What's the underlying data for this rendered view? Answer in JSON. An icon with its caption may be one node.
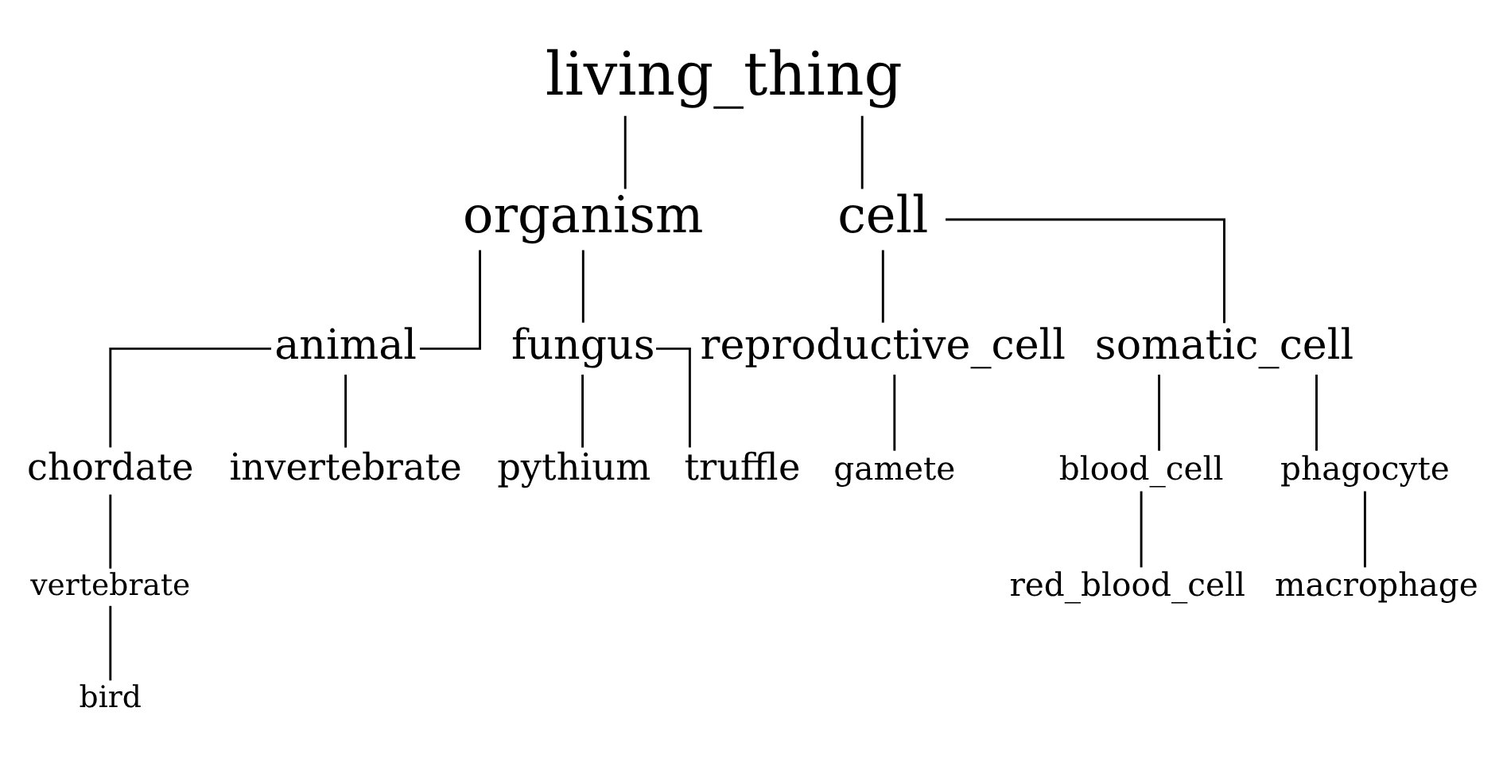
{
  "diagram": {
    "nodes": [
      {
        "text": [
          "living_thing"
        ]
      },
      {
        "text": [
          "organism"
        ]
      },
      {
        "text": [
          "cell"
        ]
      },
      {
        "text": [
          "animal"
        ]
      },
      {
        "text": [
          "fungus"
        ]
      },
      {
        "text": [
          "reproductive_cell"
        ]
      },
      {
        "text": [
          "somatic_cell"
        ]
      },
      {
        "text": [
          "chordate"
        ]
      },
      {
        "text": [
          "invertebrate"
        ]
      },
      {
        "text": [
          "pythium"
        ]
      },
      {
        "text": [
          "truffle"
        ]
      },
      {
        "text": [
          "gamete"
        ]
      },
      {
        "text": [
          "blood_cell"
        ]
      },
      {
        "text": [
          "phagocyte"
        ]
      },
      {
        "text": [
          "vertebrate"
        ]
      },
      {
        "text": [
          "red_blood_cell"
        ]
      },
      {
        "text": [
          "macrophage"
        ]
      },
      {
        "text": [
          "bird"
        ]
      }
    ],
    "edges": [
      {
        "from": 0,
        "to": 1,
        "arrow": "none"
      },
      {
        "from": 0,
        "to": 2,
        "arrow": "none"
      },
      {
        "from": 1,
        "to": 3,
        "arrow": "none"
      },
      {
        "from": 1,
        "to": 4,
        "arrow": "none"
      },
      {
        "from": 2,
        "to": 5,
        "arrow": "none"
      },
      {
        "from": 2,
        "to": 6,
        "arrow": "none"
      },
      {
        "from": 3,
        "to": 7,
        "arrow": "none"
      },
      {
        "from": 3,
        "to": 8,
        "arrow": "none"
      },
      {
        "from": 4,
        "to": 9,
        "arrow": "none"
      },
      {
        "from": 4,
        "to": 10,
        "arrow": "none"
      },
      {
        "from": 5,
        "to": 11,
        "arrow": "none"
      },
      {
        "from": 6,
        "to": 12,
        "arrow": "none"
      },
      {
        "from": 6,
        "to": 13,
        "arrow": "none"
      },
      {
        "from": 7,
        "to": 14,
        "arrow": "none"
      },
      {
        "from": 12,
        "to": 15,
        "arrow": "none"
      },
      {
        "from": 13,
        "to": 16,
        "arrow": "none"
      },
      {
        "from": 14,
        "to": 17,
        "arrow": "none"
      }
    ]
  }
}
